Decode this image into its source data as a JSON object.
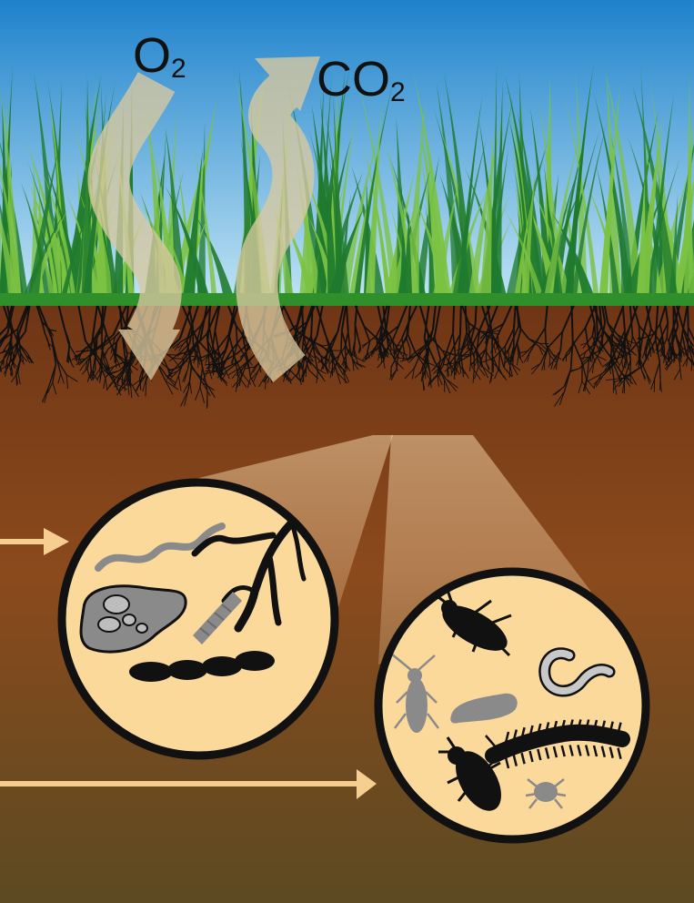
{
  "labels": {
    "oxygen": {
      "main": "O",
      "sub": "2"
    },
    "carbon_dioxide": {
      "main": "CO",
      "sub": "2"
    }
  },
  "colors": {
    "sky_top": "#1e82cc",
    "sky_bottom": "#bfe3f3",
    "grass_dark": "#1f7a2e",
    "grass_light": "#7cc242",
    "soil_top": "#6e3515",
    "soil_mid": "#8b4a1c",
    "soil_bottom": "#5c4a22",
    "roots": "#111111",
    "gas_arrow": "#d9c9a0",
    "magnifier_fill": "#fbd99b",
    "magnifier_ring": "#111111",
    "pointer_arrow": "#f6cf90",
    "organism_dark": "#111111",
    "organism_gray": "#8a8a8a",
    "organism_light": "#c8c8c8"
  },
  "icons": {
    "gas_arrows": [
      "oxygen-arrow-icon",
      "carbon-dioxide-arrow-icon"
    ],
    "pointers": [
      "microorganisms-pointer-arrow-icon",
      "soil-animals-pointer-arrow-icon"
    ],
    "microorganisms": [
      "nematode-icon",
      "amoeba-icon",
      "fungal-hyphae-icon",
      "bacteria-chain-icon",
      "segmented-worm-icon"
    ],
    "soil_animals": [
      "beetle-icon",
      "springtail-icon",
      "grub-icon",
      "earthworm-icon",
      "millipede-icon",
      "ground-beetle-icon",
      "mite-icon"
    ]
  }
}
